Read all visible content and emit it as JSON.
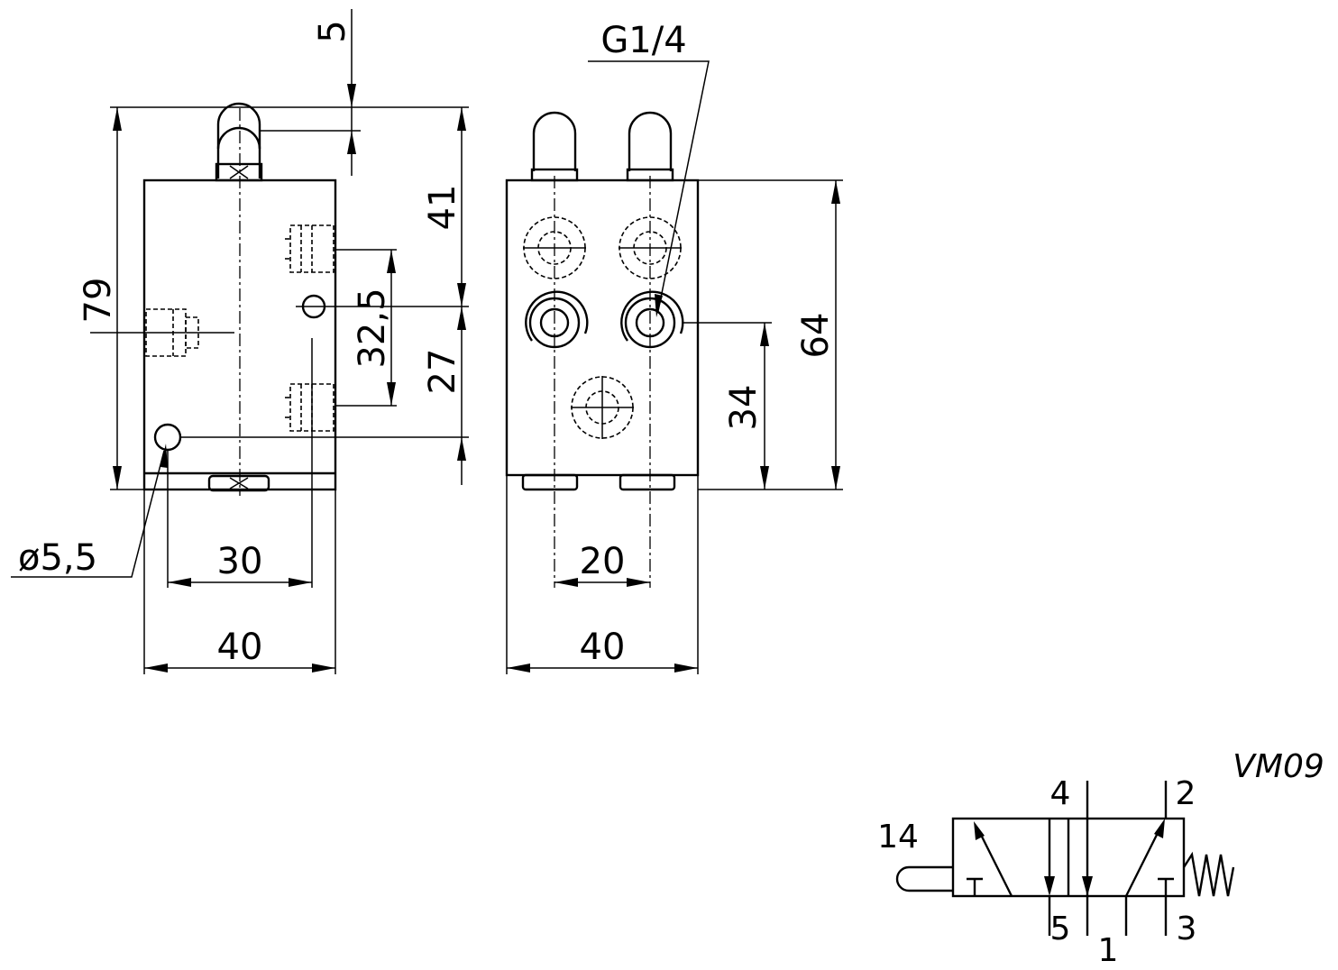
{
  "dimensions": {
    "overall_height": "79",
    "top_offset": "5",
    "upper_height": "41",
    "port_spacing": "32,5",
    "lower_height": "27",
    "hole_diameter": "ø5,5",
    "hole_spacing": "30",
    "front_width": "40",
    "thread": "G1/4",
    "side_width": "40",
    "port_pitch": "20",
    "side_height": "64",
    "port_height": "34"
  },
  "symbol": {
    "model": "VM09",
    "port_pilot": "14",
    "port_4": "4",
    "port_2": "2",
    "port_5": "5",
    "port_1": "1",
    "port_3": "3"
  }
}
